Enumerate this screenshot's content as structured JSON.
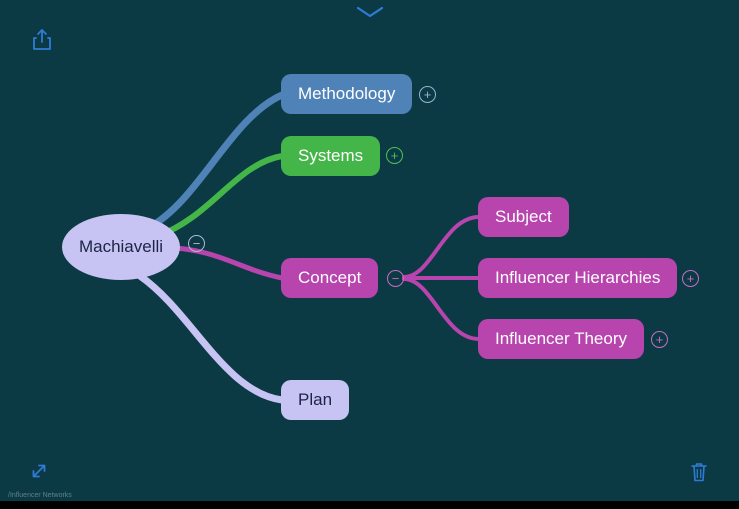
{
  "app": {
    "footer_path": "/Influencer Networks"
  },
  "mindmap": {
    "root": {
      "label": "Machiavelli"
    },
    "nodes": {
      "methodology": {
        "label": "Methodology",
        "color": "#4f83b8"
      },
      "systems": {
        "label": "Systems",
        "color": "#44b649"
      },
      "concept": {
        "label": "Concept",
        "color": "#b844ae"
      },
      "subject": {
        "label": "Subject",
        "color": "#b844ae"
      },
      "influencer_hierarchies": {
        "label": "Influencer Hierarchies",
        "color": "#b844ae"
      },
      "influencer_theory": {
        "label": "Influencer Theory",
        "color": "#b844ae"
      },
      "plan": {
        "label": "Plan",
        "color": "#c7c3f3"
      }
    },
    "controls": {
      "collapse_glyph": "−",
      "expand_glyph": "+"
    },
    "colors": {
      "background": "#0c3a44",
      "blue_node": "#4f83b8",
      "green_node": "#44b649",
      "magenta_node": "#b844ae",
      "lavender_node": "#c7c3f3",
      "accent_blue": "#2e7cd6"
    }
  }
}
